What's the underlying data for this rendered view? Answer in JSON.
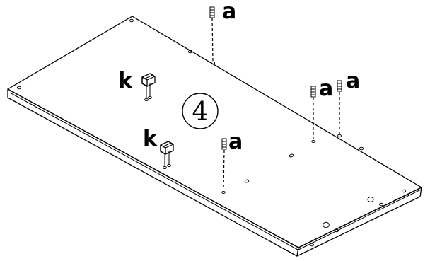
{
  "step_number": "4",
  "callouts": {
    "a1": "a",
    "a2": "a",
    "a3": "a",
    "a4": "a",
    "k1": "k",
    "k2": "k"
  },
  "parts": {
    "a": "dowel-pin",
    "k": "bracket-fitting"
  },
  "colors": {
    "ink": "#000000",
    "background": "#ffffff"
  }
}
